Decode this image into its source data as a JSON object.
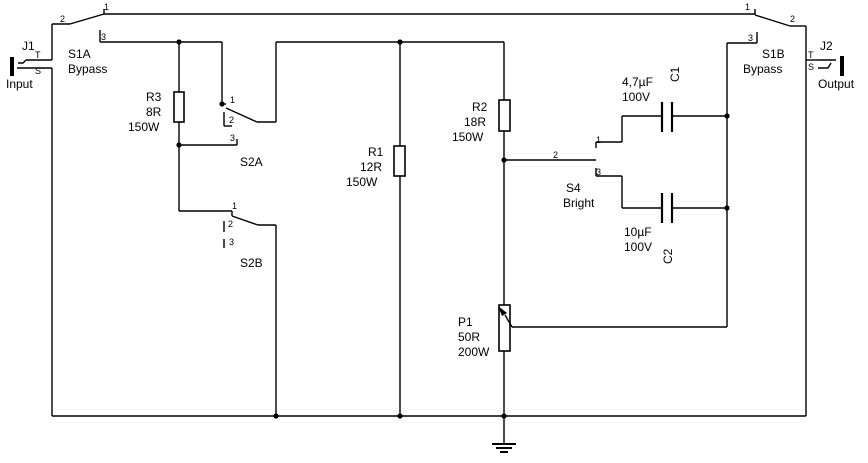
{
  "jacks": {
    "input": {
      "ref": "J1",
      "name": "Input",
      "tip": "T",
      "sleeve": "S"
    },
    "output": {
      "ref": "J2",
      "name": "Output",
      "tip": "T",
      "sleeve": "S"
    }
  },
  "switches": {
    "s1a": {
      "ref": "S1A",
      "name": "Bypass",
      "pins": [
        "1",
        "2",
        "3"
      ]
    },
    "s1b": {
      "ref": "S1B",
      "name": "Bypass",
      "pins": [
        "1",
        "2",
        "3"
      ]
    },
    "s2a": {
      "ref": "S2A",
      "pins": [
        "1",
        "2",
        "3"
      ]
    },
    "s2b": {
      "ref": "S2B",
      "pins": [
        "1",
        "2",
        "3"
      ]
    },
    "s4": {
      "ref": "S4",
      "name": "Bright",
      "pins": [
        "1",
        "2",
        "3"
      ]
    }
  },
  "resistors": {
    "r1": {
      "ref": "R1",
      "value": "12R",
      "power": "150W"
    },
    "r2": {
      "ref": "R2",
      "value": "18R",
      "power": "150W"
    },
    "r3": {
      "ref": "R3",
      "value": "8R",
      "power": "150W"
    }
  },
  "potentiometer": {
    "ref": "P1",
    "value": "50R",
    "power": "200W"
  },
  "capacitors": {
    "c1": {
      "ref": "C1",
      "value": "4,7µF",
      "voltage": "100V"
    },
    "c2": {
      "ref": "C2",
      "value": "10µF",
      "voltage": "100V"
    }
  }
}
